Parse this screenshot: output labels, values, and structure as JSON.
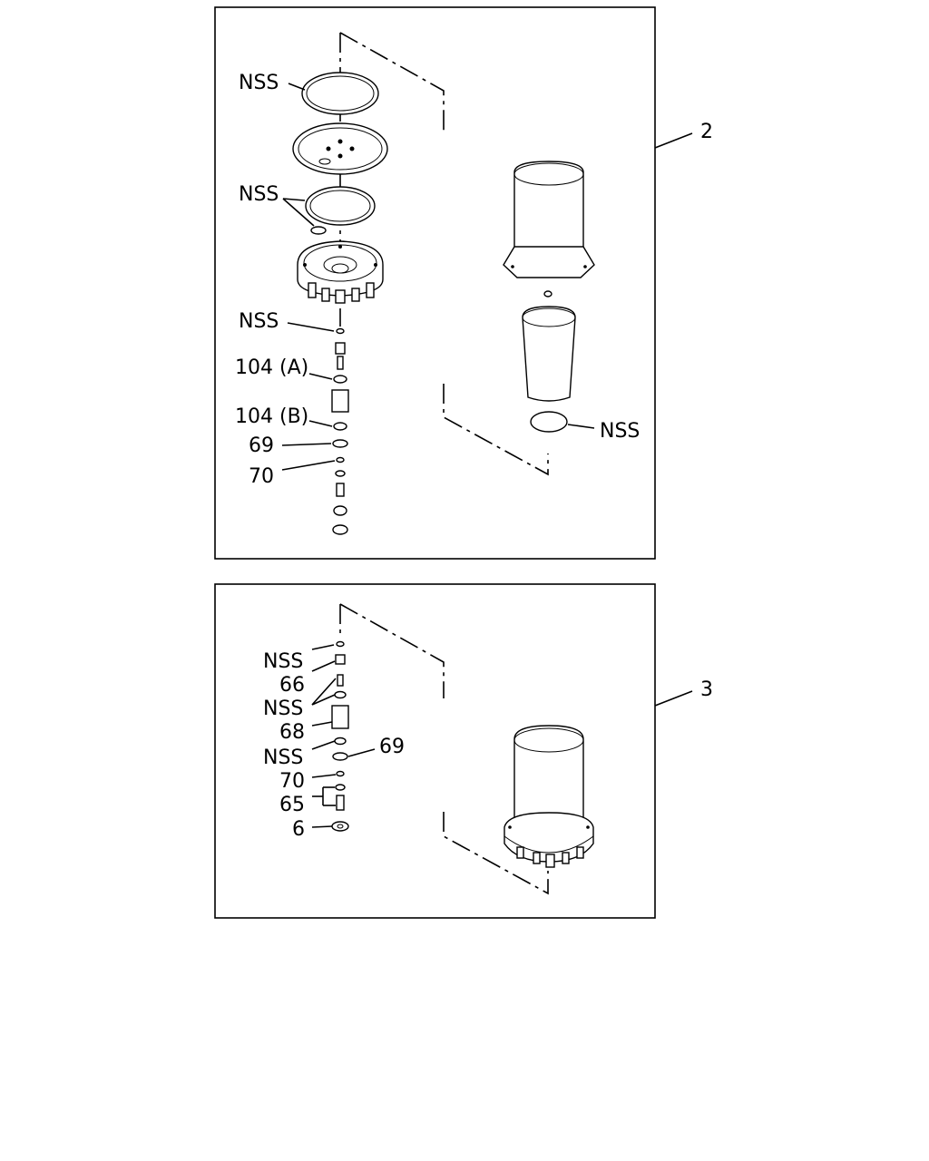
{
  "panel1": {
    "callout": "2",
    "labels": {
      "nss_top_ring": "NSS",
      "nss_ring_pair": "NSS",
      "nss_small": "NSS",
      "p104a": "104 (A)",
      "p104b": "104 (B)",
      "p69": "69",
      "p70": "70",
      "nss_bottom_ring": "NSS"
    }
  },
  "panel2": {
    "callout": "3",
    "labels": {
      "nss1": "NSS",
      "p66": "66",
      "nss2": "NSS",
      "p68": "68",
      "nss3": "NSS",
      "p69": "69",
      "p70": "70",
      "p65": "65",
      "p6": "6"
    }
  }
}
